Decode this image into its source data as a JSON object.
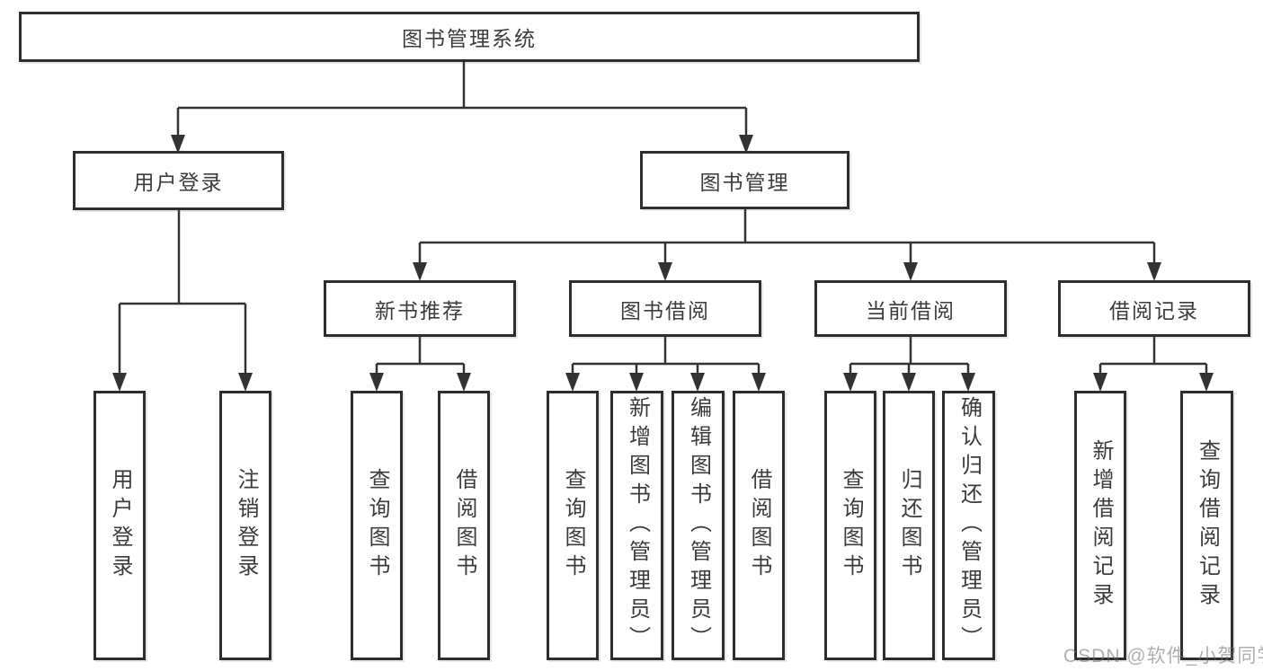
{
  "tree": {
    "root": {
      "label": "图书管理系统"
    },
    "children": [
      {
        "label": "用户登录",
        "children": [
          {
            "label": "用户登录"
          },
          {
            "label": "注销登录"
          }
        ]
      },
      {
        "label": "图书管理",
        "children": [
          {
            "label": "新书推荐",
            "children": [
              {
                "label": "查询图书"
              },
              {
                "label": "借阅图书"
              }
            ]
          },
          {
            "label": "图书借阅",
            "children": [
              {
                "label": "查询图书"
              },
              {
                "label": "新增图书（管理员）"
              },
              {
                "label": "编辑图书（管理员）"
              },
              {
                "label": "借阅图书"
              }
            ]
          },
          {
            "label": "当前借阅",
            "children": [
              {
                "label": "查询图书"
              },
              {
                "label": "归还图书"
              },
              {
                "label": "确认归还（管理员）"
              }
            ]
          },
          {
            "label": "借阅记录",
            "children": [
              {
                "label": "新增借阅记录"
              },
              {
                "label": "查询借阅记录"
              }
            ]
          }
        ]
      }
    ]
  },
  "watermark": {
    "text": "CSDN @软件_小贺同学"
  },
  "colors": {
    "box_border": "#2e2e2e",
    "connector": "#333333",
    "text": "#3c3c3c",
    "watermark_text": "#9b9b9b",
    "background": "#ffffff"
  }
}
